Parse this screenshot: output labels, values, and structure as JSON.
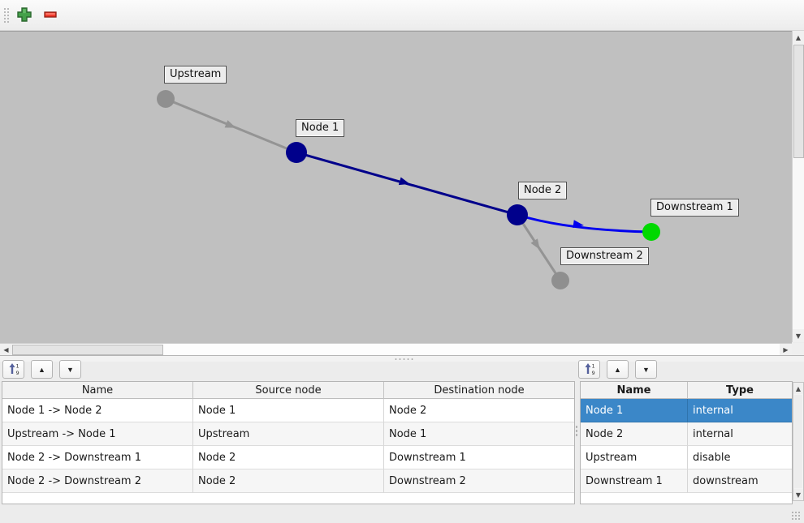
{
  "icons": {
    "up": "▲",
    "down": "▼",
    "left": "◀",
    "right": "▶",
    "move_up": "▲",
    "move_down": "▼"
  },
  "graph": {
    "canvas_color": "#c0c0c0",
    "nodes": [
      {
        "label": "Upstream",
        "color": "#8f8f8f"
      },
      {
        "label": "Node 1",
        "color": "#00008b"
      },
      {
        "label": "Node 2",
        "color": "#00008b"
      },
      {
        "label": "Downstream 1",
        "color": "#00d900"
      },
      {
        "label": "Downstream 2",
        "color": "#8f8f8f"
      }
    ],
    "edges": [
      {
        "name": "Upstream -> Node 1",
        "color": "#949494"
      },
      {
        "name": "Node 1 -> Node 2",
        "color": "#00008b"
      },
      {
        "name": "Node 2 -> Downstream 1",
        "color": "#0000ee"
      },
      {
        "name": "Node 2 -> Downstream 2",
        "color": "#949494"
      }
    ]
  },
  "edges_table": {
    "headers": [
      "Name",
      "Source node",
      "Destination node"
    ],
    "rows": [
      {
        "name": "Node 1 -> Node 2",
        "source": "Node 1",
        "destination": "Node 2"
      },
      {
        "name": "Upstream -> Node 1",
        "source": "Upstream",
        "destination": "Node 1"
      },
      {
        "name": "Node 2 -> Downstream 1",
        "source": "Node 2",
        "destination": "Downstream 1"
      },
      {
        "name": "Node 2 -> Downstream 2",
        "source": "Node 2",
        "destination": "Downstream 2"
      }
    ]
  },
  "nodes_table": {
    "headers": [
      "Name",
      "Type"
    ],
    "selection_color": "#3b87c8",
    "rows": [
      {
        "name": "Node 1",
        "type": "internal"
      },
      {
        "name": "Node 2",
        "type": "internal"
      },
      {
        "name": "Upstream",
        "type": "disable"
      },
      {
        "name": "Downstream 1",
        "type": "downstream"
      }
    ]
  }
}
